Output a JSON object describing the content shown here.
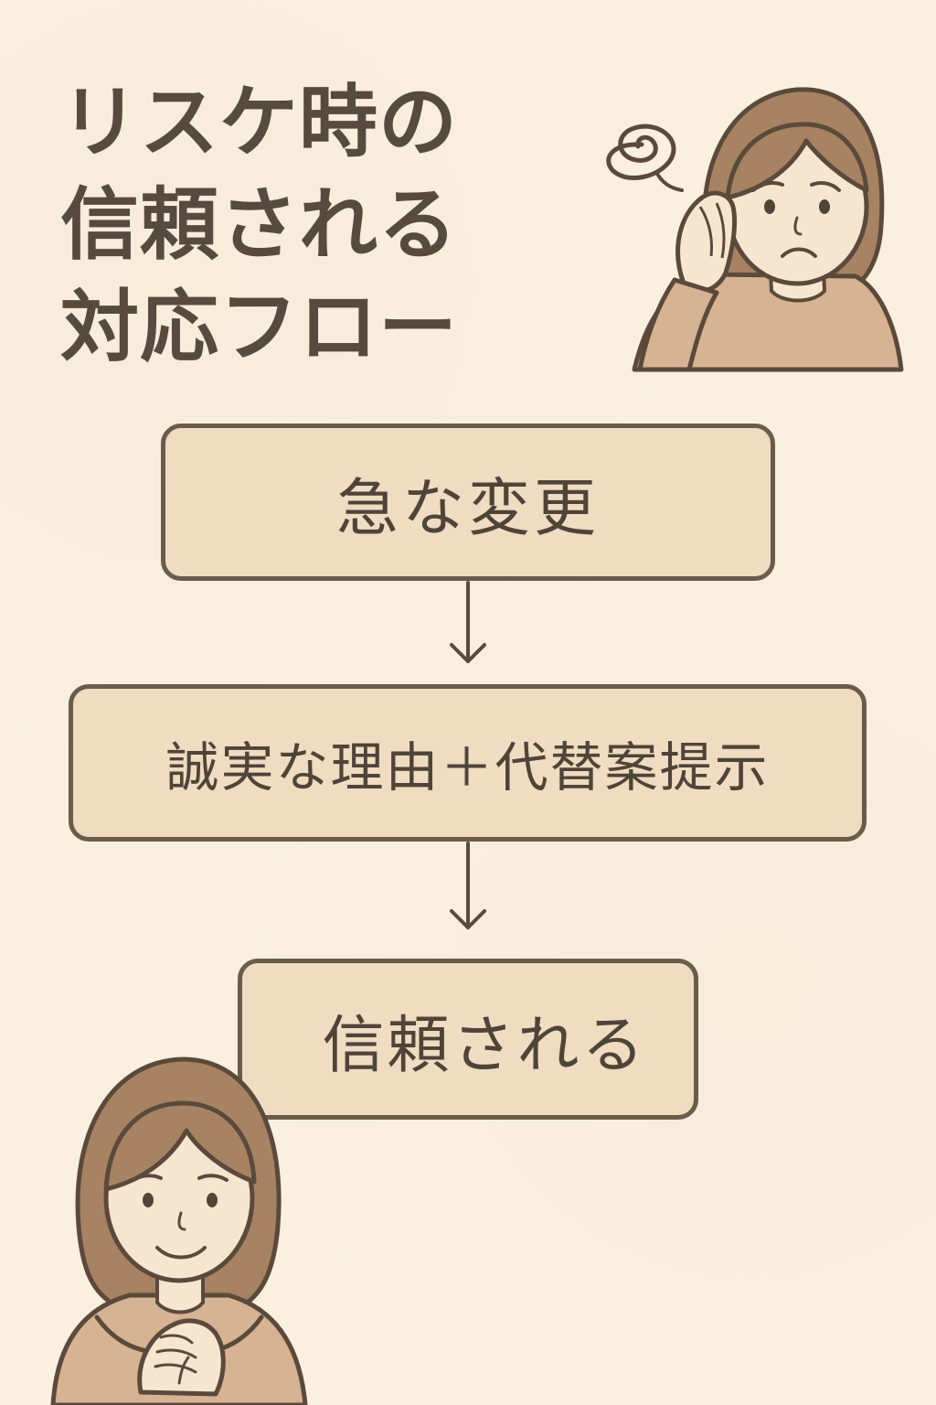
{
  "title": {
    "lines": [
      "リスケ時の",
      "信頼される",
      "対応フロー"
    ]
  },
  "flow": {
    "steps": [
      {
        "label": "急な変更"
      },
      {
        "label": "誠実な理由＋代替案提示"
      },
      {
        "label": "信頼される"
      }
    ]
  },
  "illustrations": {
    "top": {
      "icon": "worried-woman-icon"
    },
    "bottom": {
      "icon": "smiling-woman-icon"
    }
  },
  "colors": {
    "background": "#fbf0e0",
    "box_fill": "#efdcc1",
    "outline": "#6a5b4b",
    "text": "#4f4438",
    "hair": "#a78363",
    "skin": "#f7e6cf",
    "clothing": "#d6b392"
  }
}
